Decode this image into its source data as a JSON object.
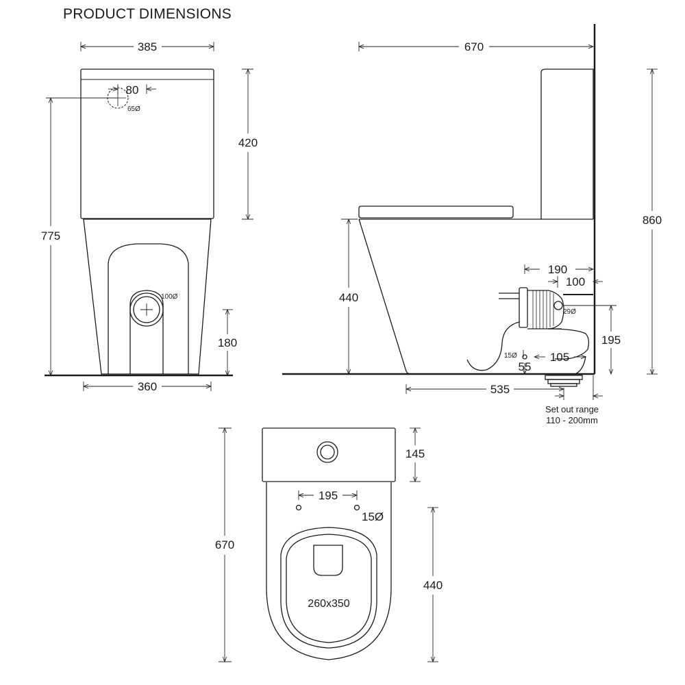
{
  "title": "PRODUCT DIMENSIONS",
  "front_view": {
    "width_cistern": "385",
    "inlet_offset": "80",
    "inlet_diameter": "65Ø",
    "cistern_height": "420",
    "total_height": "775",
    "outlet_diameter": "100Ø",
    "outlet_height": "180",
    "base_width": "360"
  },
  "side_view": {
    "total_depth": "670",
    "total_height": "860",
    "seat_height": "440",
    "pan_offset": "190",
    "wall_offset": "100",
    "connector_diameter": "29Ø",
    "outlet_height": "195",
    "small_diameter": "15Ø",
    "outlet_spacing": "105",
    "base_offset": "55",
    "setout_depth": "535",
    "setout_label": "Set out range",
    "setout_range": "110 - 200mm"
  },
  "top_view": {
    "cistern_depth": "145",
    "fixing_spacing": "195",
    "fixing_diameter": "15Ø",
    "total_depth": "670",
    "bowl_depth": "440",
    "seat_opening": "260x350"
  }
}
